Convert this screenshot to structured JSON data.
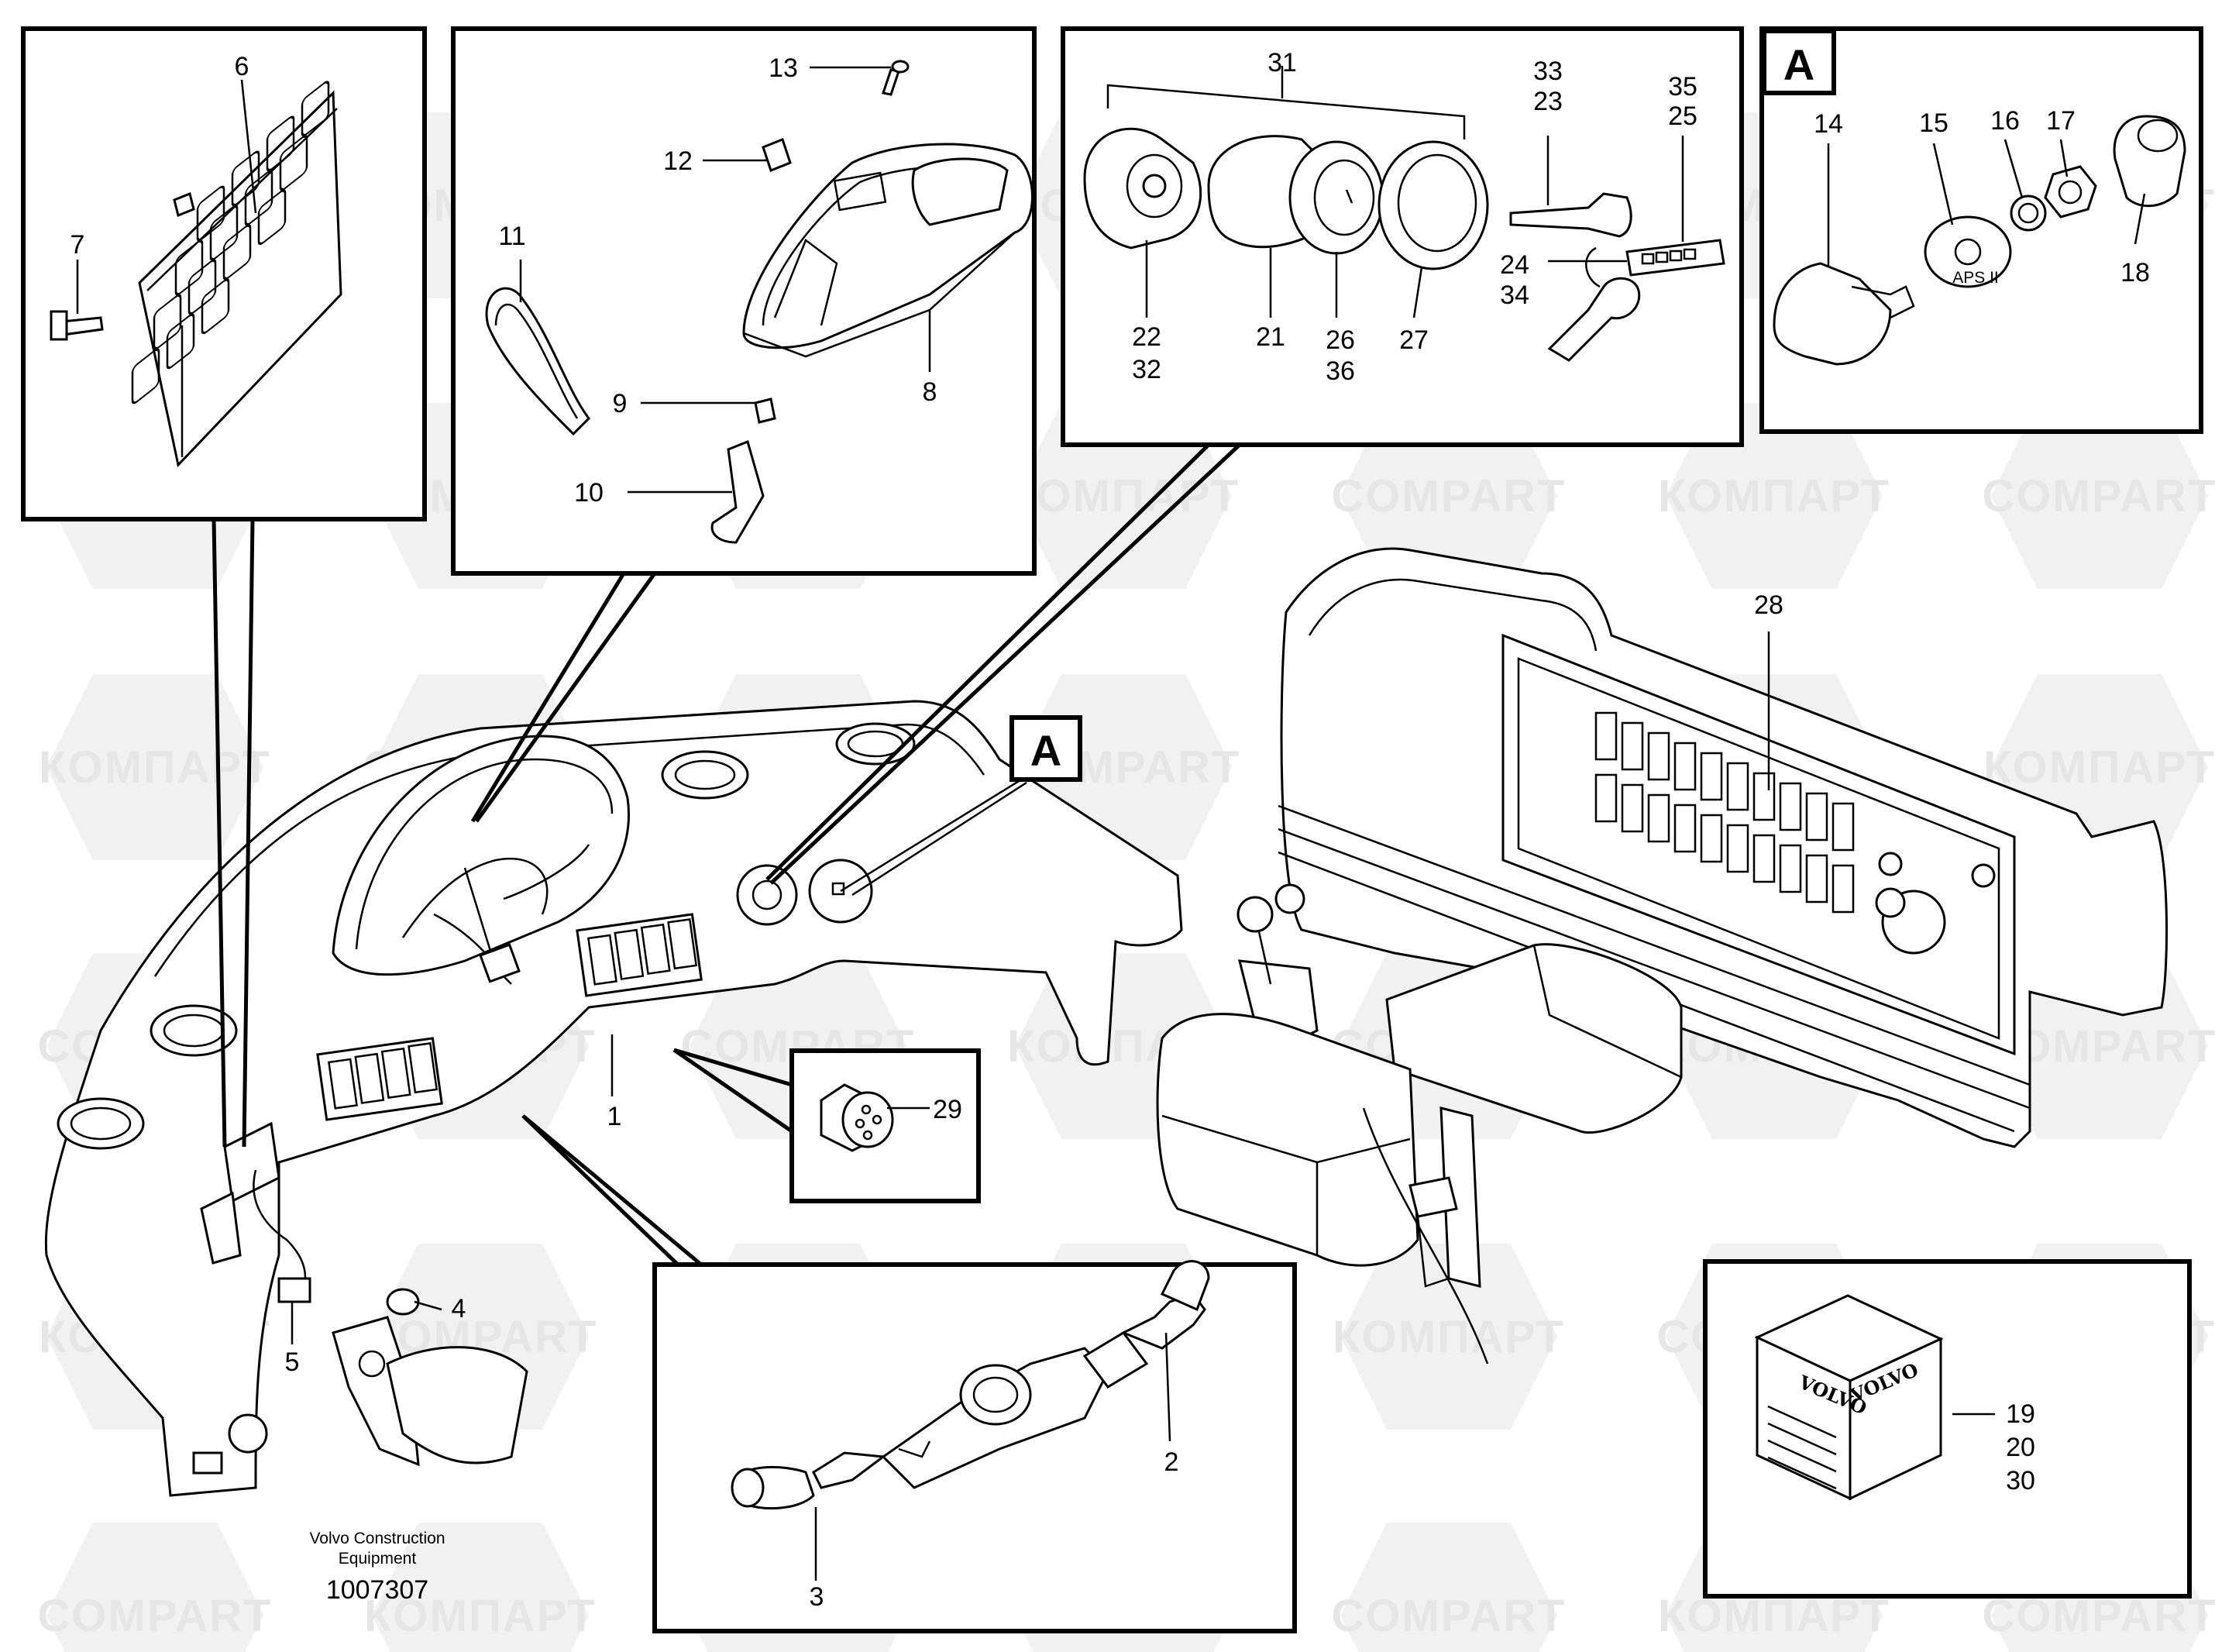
{
  "watermarks": [
    "КОМПАРТ",
    "COMPART"
  ],
  "inset_flag": "A",
  "callout_flag": "A",
  "part_labels": {
    "n1": "1",
    "n2": "2",
    "n3": "3",
    "n4": "4",
    "n5": "5",
    "n6": "6",
    "n7": "7",
    "n8": "8",
    "n9": "9",
    "n10": "10",
    "n11": "11",
    "n12": "12",
    "n13": "13",
    "n14": "14",
    "n15": "15",
    "n16": "16",
    "n17": "17",
    "n18": "18",
    "n19": "19",
    "n20": "20",
    "n21": "21",
    "n22": "22",
    "n23": "23",
    "n24": "24",
    "n25": "25",
    "n26": "26",
    "n27": "27",
    "n28": "28",
    "n29": "29",
    "n30": "30",
    "n31": "31",
    "n32": "32",
    "n33": "33",
    "n34": "34",
    "n35": "35",
    "n36": "36"
  },
  "decal": {
    "brand_left": "VOLVO",
    "brand_right": "VOLVO"
  },
  "switch_marking": "APS II",
  "credit": {
    "line1": "Volvo Construction",
    "line2": "Equipment",
    "doc_number": "1007307"
  }
}
